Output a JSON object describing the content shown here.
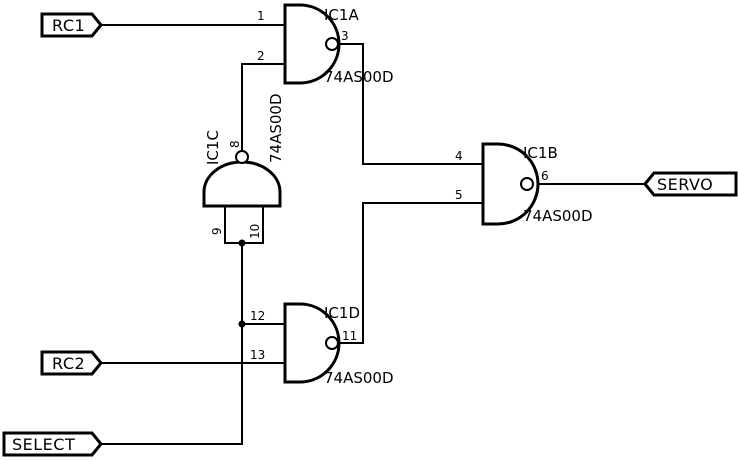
{
  "ports": {
    "rc1": "RC1",
    "rc2": "RC2",
    "select": "SELECT",
    "servo": "SERVO"
  },
  "gates": {
    "ic1a": {
      "name": "IC1A",
      "part": "74AS00D",
      "pins": {
        "in1": "1",
        "in2": "2",
        "out": "3"
      }
    },
    "ic1b": {
      "name": "IC1B",
      "part": "74AS00D",
      "pins": {
        "in1": "4",
        "in2": "5",
        "out": "6"
      }
    },
    "ic1c": {
      "name": "IC1C",
      "part": "74AS00D",
      "pins": {
        "in1": "9",
        "in2": "10",
        "out": "8"
      }
    },
    "ic1d": {
      "name": "IC1D",
      "part": "74AS00D",
      "pins": {
        "in1": "12",
        "in2": "13",
        "out": "11"
      }
    }
  },
  "colors": {
    "ink": "#000000",
    "background": "#ffffff"
  }
}
